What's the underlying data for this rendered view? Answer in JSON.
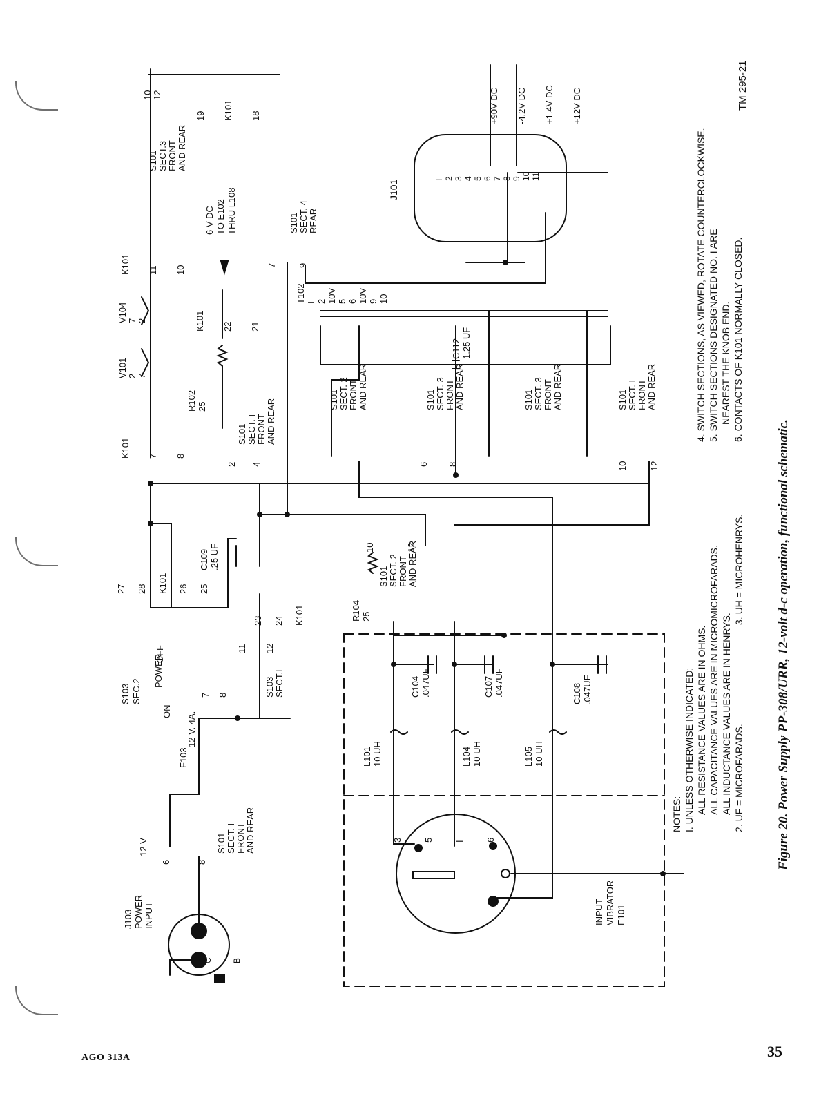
{
  "page": {
    "figure_caption": "Figure 20. Power Supply PP-308/URR, 12-volt d-c operation, functional schematic.",
    "doc_code": "TM 295-21",
    "footer_left": "AGO 313A",
    "page_number": "35"
  },
  "blocks": {
    "j103": [
      "J103",
      "POWER",
      "INPUT"
    ],
    "j103_pins": [
      "C",
      "B"
    ],
    "v12_box": "12 V",
    "s101_s1_input": [
      "S101",
      "SECT. I",
      "FRONT",
      "AND REAR"
    ],
    "pins_6_8": [
      "6",
      "8"
    ],
    "f103": "F103",
    "fuse_box": "12 V. 4A.",
    "s103_sec2": [
      "S103",
      "SEC.2"
    ],
    "power_box": "POWER",
    "on_box": "ON",
    "off_box": "OFF",
    "s103_sect1": [
      "S103",
      "SECT.I"
    ],
    "k101_contacts_27": [
      "27",
      "28",
      "K101",
      "26",
      "25"
    ],
    "c109": [
      "C109",
      ".25 UF"
    ],
    "k101_23": [
      "23",
      "24",
      "K101"
    ],
    "pins_11_12": [
      "11",
      "12"
    ],
    "pins_7_8": [
      "7",
      "8"
    ],
    "k101_7_8": [
      "K101",
      "7",
      "8"
    ],
    "v101": [
      "V101",
      "2",
      "7"
    ],
    "v104": [
      "V104",
      "7",
      "2"
    ],
    "k101_11_10": [
      "K101",
      "11",
      "10"
    ],
    "s101_s3_top": [
      "S101",
      "SECT.3",
      "FRONT",
      "AND REAR"
    ],
    "pins_10_12": [
      "10",
      "12"
    ],
    "k101_19_18": [
      "19",
      "K101",
      "18"
    ],
    "r102": [
      "R102",
      "25"
    ],
    "k101_22_21": [
      "K101",
      "22",
      "21"
    ],
    "dc6": [
      "6 V DC",
      "TO E102",
      "THRU L108"
    ],
    "s101_s1_fr": [
      "S101",
      "SECT. I",
      "FRONT",
      "AND REAR"
    ],
    "pins_2_4": [
      "2",
      "4"
    ],
    "s101_s4": [
      "S101",
      "SECT. 4",
      "REAR"
    ],
    "pins_7_9": [
      "7",
      "9"
    ],
    "t102": [
      "T102",
      "I",
      "2",
      "10V",
      "5",
      "6",
      "10V",
      "9",
      "10"
    ],
    "c112": [
      "C112",
      "1.25 UF"
    ],
    "s101_s2_fr": [
      "S101",
      "SECT. 2",
      "FRONT",
      "AND REAR"
    ],
    "s101_s3_fr_a": [
      "S101",
      "SECT. 3",
      "FRONT",
      "AND REAR"
    ],
    "s101_s3_fr_b": [
      "S101",
      "SECT. 3",
      "FRONT",
      "AND REAR"
    ],
    "s101_s1_fr_b": [
      "S101",
      "SECT. I",
      "FRONT",
      "AND REAR"
    ],
    "pins_6_8b": [
      "6",
      "8"
    ],
    "pins_10_12b": [
      "10",
      "12"
    ],
    "j101": "J101",
    "j101_pins": [
      "I",
      "2",
      "3",
      "4",
      "5",
      "6",
      "7",
      "8",
      "9",
      "10",
      "11"
    ],
    "dc_labels": [
      "+90V DC",
      "-4.2V DC",
      "+1.4V DC",
      "+12V DC"
    ],
    "r104": [
      "R104",
      "25"
    ],
    "s101_s2_b": [
      "S101",
      "SECT. 2",
      "FRONT",
      "AND REAR"
    ],
    "pins_10_12c": [
      "10",
      "12"
    ],
    "e101_pins": [
      "3",
      "5",
      "I",
      "6"
    ],
    "c104": [
      "C104",
      ".047UF"
    ],
    "c107": [
      "C107",
      ".047UF"
    ],
    "c108": [
      "C108",
      ".047UF"
    ],
    "l101": [
      "L101",
      "10 UH"
    ],
    "l104": [
      "L104",
      "10 UH"
    ],
    "l105": [
      "L105",
      "10 UH"
    ],
    "e101": [
      "INPUT",
      "VIBRATOR",
      "E101"
    ]
  },
  "notes_left": [
    "NOTES:",
    "I. UNLESS OTHERWISE INDICATED:",
    "ALL RESISTANCE VALUES ARE IN OHMS.",
    "ALL CAPACITANCE VALUES ARE IN MICROMICROFARADS.",
    "ALL INDUCTANCE VALUES ARE IN HENRYS.",
    "2. UF = MICROFARADS.",
    "3. UH = MICROHENRYS."
  ],
  "notes_right": [
    "4. SWITCH SECTIONS, AS VIEWED, ROTATE COUNTERCLOCKWISE.",
    "5. SWITCH SECTIONS DESIGNATED NO. I ARE",
    "NEAREST THE KNOB END.",
    "6. CONTACTS OF K101 NORMALLY CLOSED."
  ]
}
